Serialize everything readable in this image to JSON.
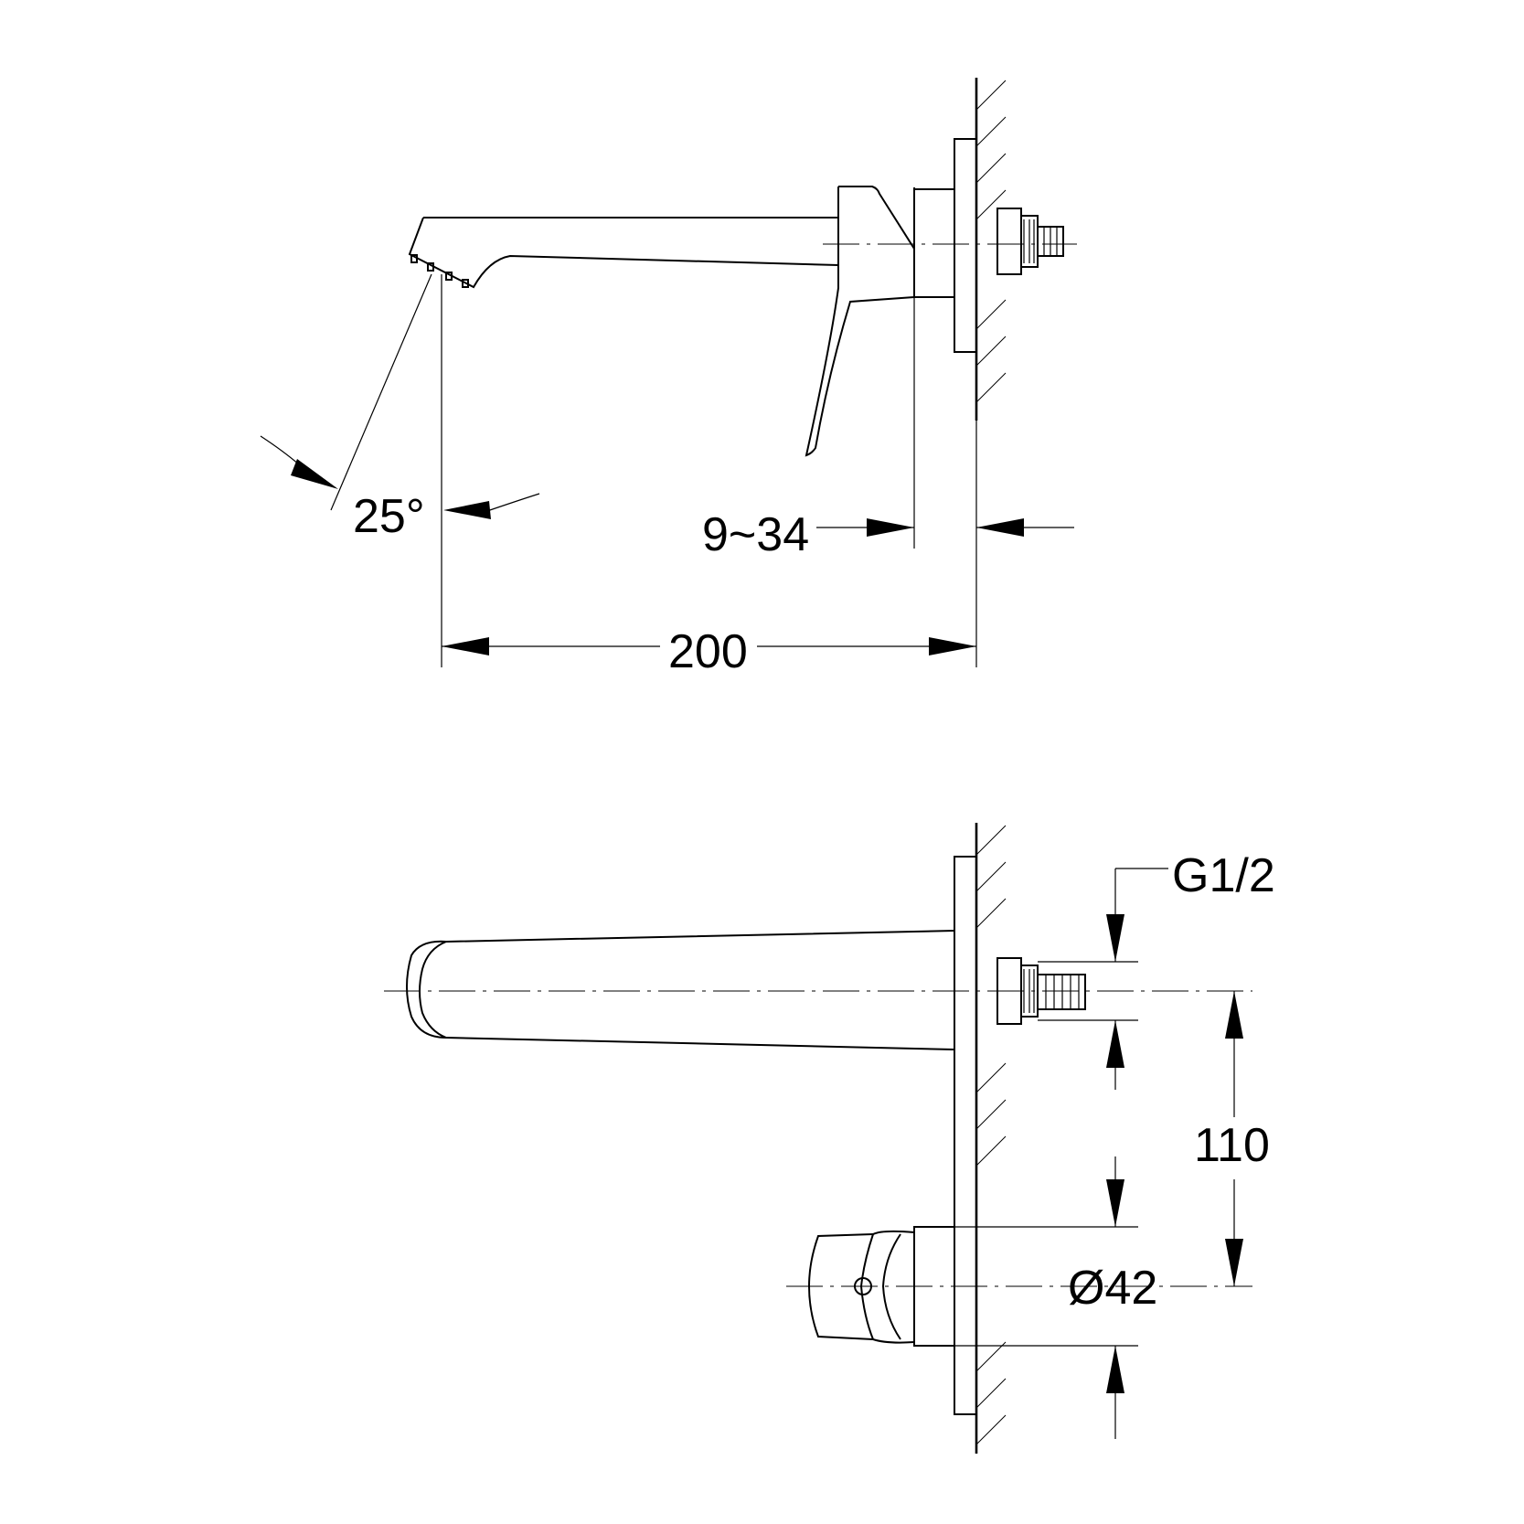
{
  "side_view": {
    "angle_label": "25°",
    "wall_offset_label": "9~34",
    "projection_label": "200"
  },
  "front_view": {
    "thread_label": "G1/2",
    "centre_distance_label": "110",
    "diameter_label": "Ø42"
  }
}
